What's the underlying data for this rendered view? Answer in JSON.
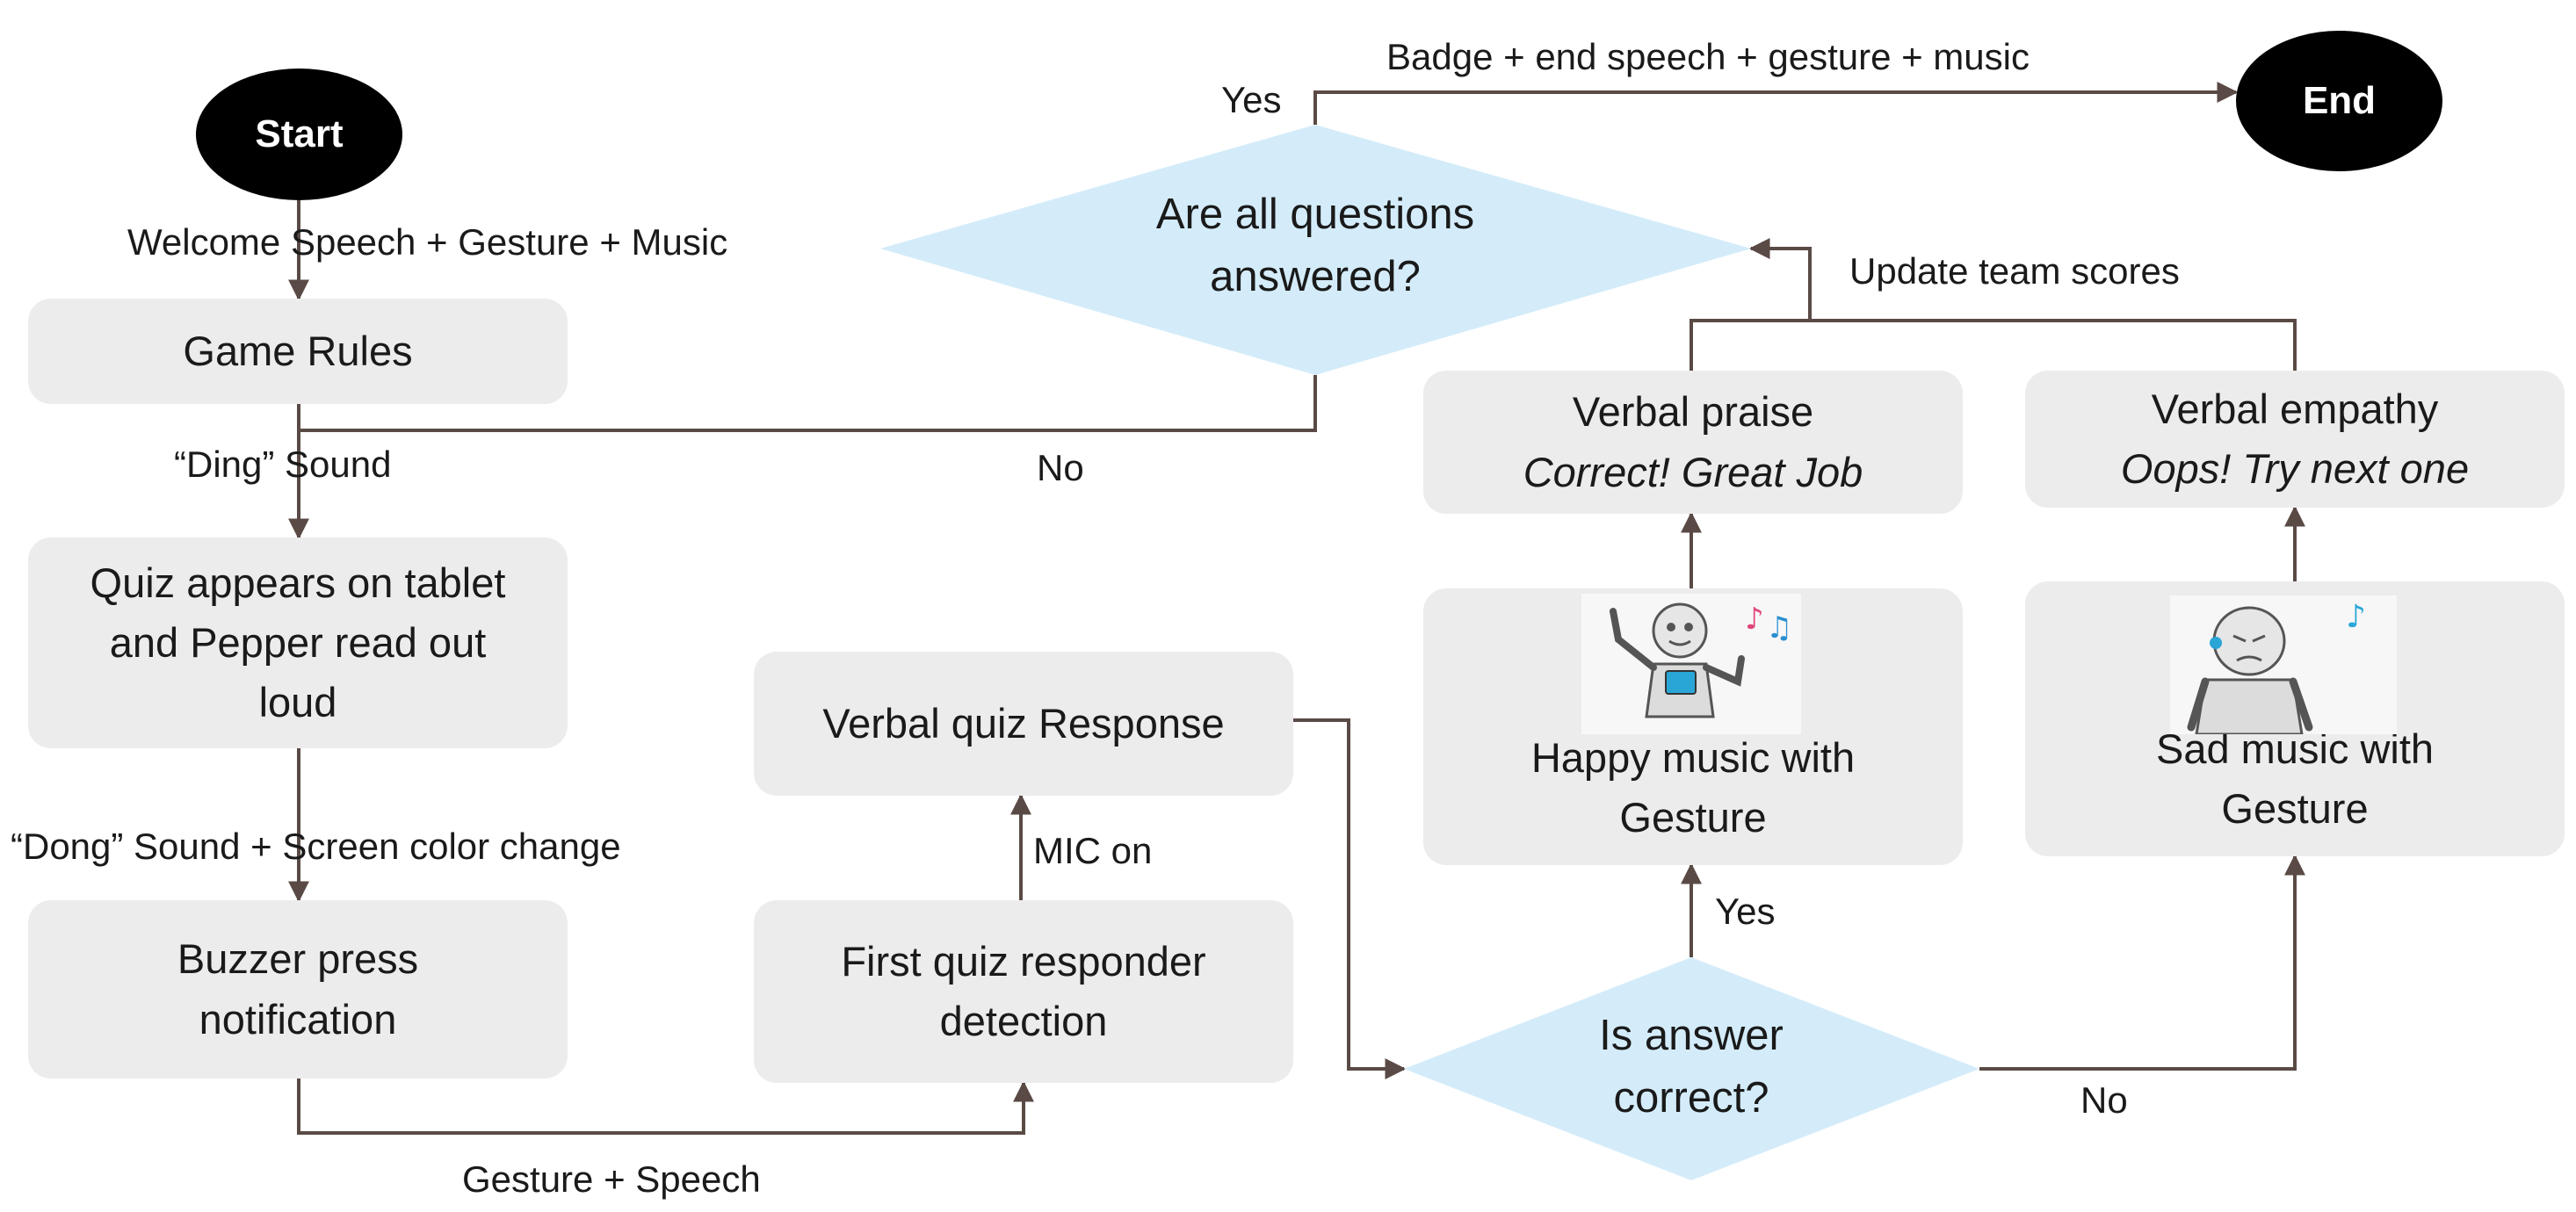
{
  "colors": {
    "node_fill": "#ececec",
    "decision_fill": "#d4ecfa",
    "terminal_fill": "#000000",
    "edge": "#5a4a45"
  },
  "terminals": {
    "start": "Start",
    "end": "End"
  },
  "nodes": {
    "game_rules": "Game Rules",
    "quiz_appears": [
      "Quiz appears on tablet",
      "and Pepper read out",
      "loud"
    ],
    "buzzer": [
      "Buzzer press",
      "notification"
    ],
    "first_responder": [
      "First quiz responder",
      "detection"
    ],
    "verbal_response": "Verbal quiz Response",
    "happy_music": [
      "Happy music with",
      "Gesture"
    ],
    "sad_music": [
      "Sad music with",
      "Gesture"
    ],
    "verbal_praise": {
      "title": "Verbal praise",
      "quote": "Correct! Great Job"
    },
    "verbal_empathy": {
      "title": "Verbal empathy",
      "quote": "Oops! Try next one"
    }
  },
  "decisions": {
    "all_answered": [
      "Are all questions",
      "answered?"
    ],
    "answer_correct": [
      "Is answer",
      "correct?"
    ]
  },
  "edge_labels": {
    "welcome": "Welcome Speech + Gesture + Music",
    "ding": "“Ding” Sound",
    "dong": "“Dong” Sound + Screen color change",
    "gesture_speech": "Gesture + Speech",
    "mic_on": "MIC on",
    "yes_top": "Yes",
    "badge": "Badge + end speech + gesture + music",
    "update_scores": "Update team scores",
    "no_loop": "No",
    "yes_correct": "Yes",
    "no_correct": "No"
  },
  "icons": {
    "happy_robot": "happy-robot-with-music-notes",
    "sad_robot": "sad-robot-with-music-note"
  }
}
